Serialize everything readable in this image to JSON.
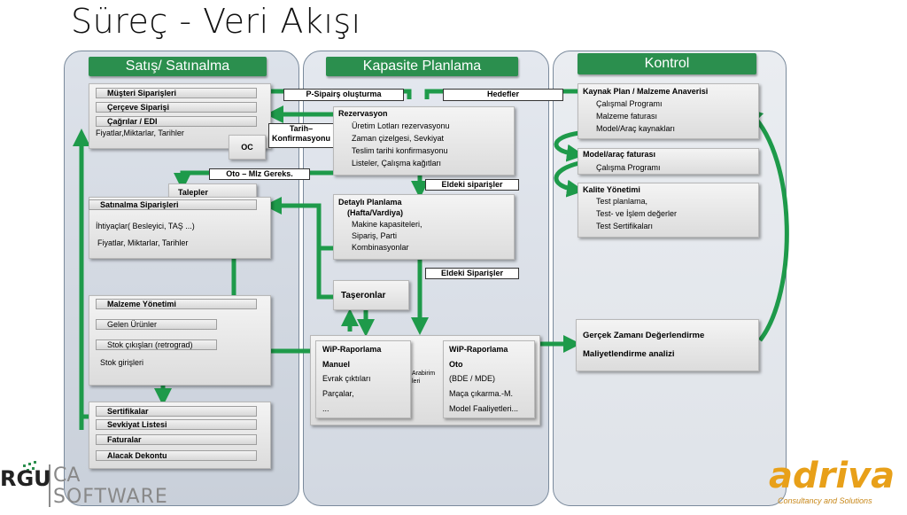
{
  "page": {
    "title": "Süreç - Veri Akışı"
  },
  "columns": {
    "left": {
      "label": "Satış/ Satınalma"
    },
    "mid": {
      "label": "Kapasite Planlama"
    },
    "right": {
      "label": "Kontrol"
    }
  },
  "left": {
    "orders": [
      "Müşteri Siparişleri",
      "Çerçeve Siparişi",
      "Çağrılar / EDI"
    ],
    "orders_note": "Fiyatlar,Miktarlar, Tarihler",
    "oc": "OC",
    "talepler": "Talepler",
    "purchase_title": "Satınalma Siparişleri",
    "purchase_lines": [
      "İhtiyaçlar( Besleyici, TAŞ ...)",
      "Fiyatlar, Miktarlar, Tarihler"
    ],
    "material_title": "Malzeme Yönetimi",
    "material_lines": [
      "Gelen Ürünler",
      "Stok çıkışları (retrograd)",
      "Stok girişleri"
    ],
    "docs": [
      "Sertifikalar",
      "Sevkiyat Listesi",
      "Faturalar",
      "Alacak Dekontu"
    ]
  },
  "flags": {
    "psiparis": "P-Sipairş oluşturma",
    "hedefler": "Hedefler",
    "tarih": "Tarih–\nKonfirmasyonu",
    "oto": "Oto – Mlz Gereks.",
    "eldeki1": "Eldeki siparişler",
    "eldeki2": "Eldeki Siparişler"
  },
  "mid": {
    "rez_title": "Rezervasyon",
    "rez_lines": [
      "Üretim Lotları rezervasyonu",
      "Zaman çizelgesi, Sevkiyat",
      "Teslim tarihi konfirmasyonu",
      "Listeler, Çalışma kağıtları"
    ],
    "detay_title": "Detaylı Planlama",
    "detay_sub": "(Hafta/Vardiya)",
    "detay_lines": [
      "Makine kapasiteleri,",
      "Sipariş, Parti",
      "Kombinasyonlar"
    ],
    "taseron": "Taşeronlar",
    "wip_manual_title": "WiP-Raporlama",
    "wip_manual_sub": "Manuel",
    "wip_manual_lines": [
      "Evrak çıktıları",
      "Parçalar,",
      "..."
    ],
    "arabirim": "Arabirim\nleri",
    "wip_auto_title": "WiP-Raporlama",
    "wip_auto_sub": "Oto",
    "wip_auto_lines": [
      "(BDE / MDE)",
      "Maça çıkarma.-M.",
      "Model Faaliyetleri..."
    ]
  },
  "right": {
    "kaynak_title": "Kaynak Plan / Malzeme Anaverisi",
    "kaynak_lines": [
      "Çalışmal Programı",
      "Malzeme faturası",
      "Model/Araç kaynakları"
    ],
    "model_title": "Model/araç faturası",
    "model_lines": [
      "Çalışma Programı"
    ],
    "kalite_title": "Kalite Yönetimi",
    "kalite_lines": [
      "Test planlama,",
      "Test- ve İşlem değerler",
      "Test Sertifikaları"
    ],
    "gercek": "Gerçek Zamanı Değerlendirme",
    "maliyet": "Maliyetlendirme analizi"
  },
  "logos": {
    "left_main": "RGU",
    "left_sub1": "CA",
    "left_sub2": "SOFTWARE",
    "right_main": "adriva",
    "right_sub": "Consultancy and Solutions"
  },
  "colors": {
    "green": "#2b8f4e",
    "arrow": "#1e9a4a"
  }
}
